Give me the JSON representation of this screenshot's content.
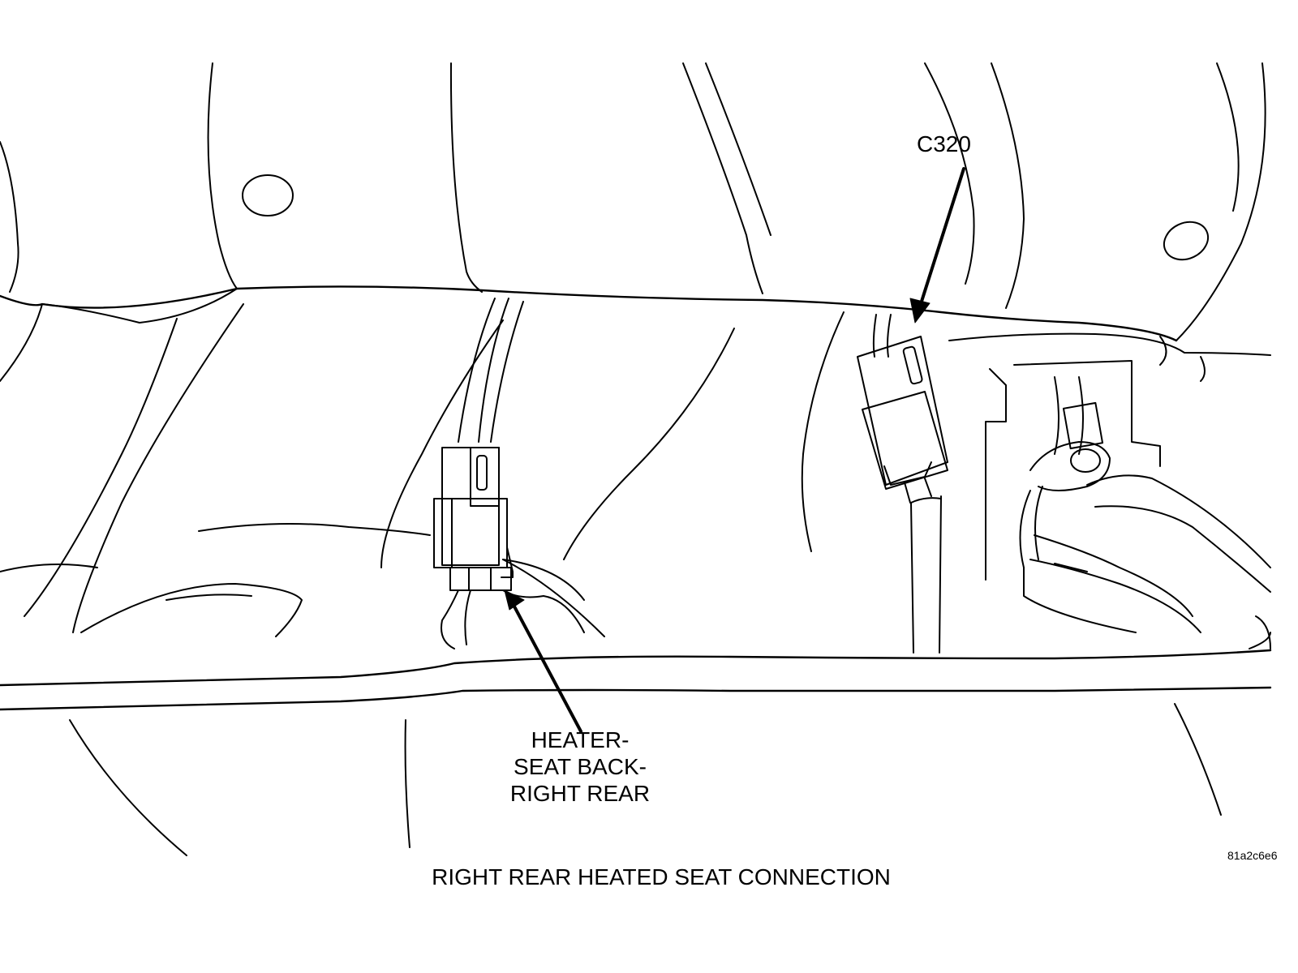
{
  "callouts": {
    "c320": "C320",
    "heater_lines": [
      "HEATER-",
      "SEAT BACK-",
      "RIGHT REAR"
    ]
  },
  "image_id": "81a2c6e6",
  "caption": "RIGHT REAR HEATED SEAT CONNECTION",
  "colors": {
    "line": "#000000",
    "background": "#ffffff"
  }
}
